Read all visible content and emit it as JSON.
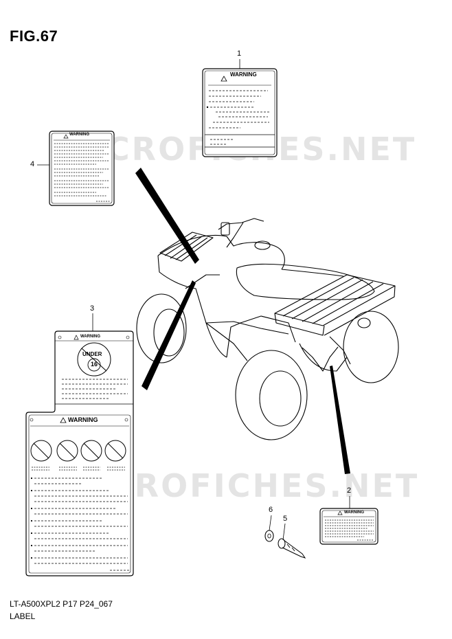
{
  "figure": {
    "title": "FIG.67"
  },
  "labels": {
    "label_1": {
      "callout": "1",
      "warning_text": "WARNING"
    },
    "label_2": {
      "callout": "2",
      "warning_text": "WARNING"
    },
    "label_3": {
      "callout": "3",
      "warning_text": "WARNING",
      "badge_line1": "UNDER",
      "badge_line2": "16"
    },
    "label_3b": {
      "warning_text": "WARNING"
    },
    "label_4": {
      "callout": "4",
      "warning_text": "WARNING"
    }
  },
  "parts": {
    "part_5": {
      "callout": "5"
    },
    "part_6": {
      "callout": "6"
    }
  },
  "watermark": {
    "text": "MICROFICHES.NET"
  },
  "footer": {
    "model_code": "LT-A500XPL2 P17 P24_067",
    "section_name": "LABEL"
  }
}
